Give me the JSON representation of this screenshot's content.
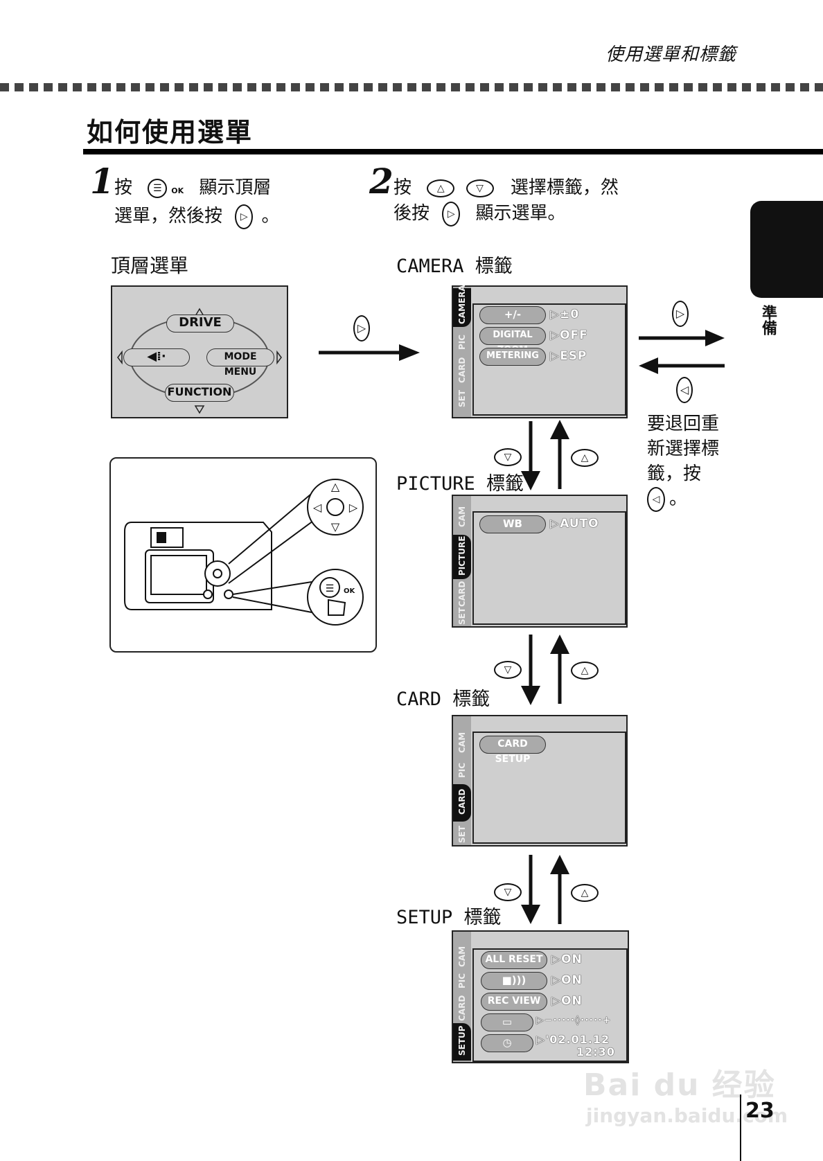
{
  "header": {
    "right_title": "使用選單和標籤",
    "page_title": "如何使用選單"
  },
  "side_tab": {
    "label": "準備"
  },
  "page_number": "23",
  "step1": {
    "number": "1",
    "line1_pre": "按",
    "line1_post": "顯示頂層",
    "line2_pre": "選單，然後按",
    "line2_post": "。"
  },
  "step2": {
    "number": "2",
    "line1_pre": "按",
    "line1_post": "選擇標籤，然",
    "line2_pre": "後按",
    "line2_post": "顯示選單。"
  },
  "top_menu": {
    "heading": "頂層選單",
    "drive": "DRIVE",
    "mode_menu": "MODE MENU",
    "function": "FUNCTION"
  },
  "tabs": {
    "cam": "CAMERA",
    "cam_short": "CAM",
    "pic": "PIC",
    "picture": "PICTURE",
    "card": "CARD",
    "set": "SET",
    "setup": "SETUP"
  },
  "camera_screen": {
    "heading": "CAMERA 標籤",
    "rows": [
      {
        "label": "+/-",
        "value": "±0"
      },
      {
        "label": "DIGITAL ZOOM",
        "value": "OFF"
      },
      {
        "label": "METERING",
        "value": "ESP"
      }
    ]
  },
  "picture_screen": {
    "heading": "PICTURE 標籤",
    "rows": [
      {
        "label": "WB",
        "value": "AUTO"
      }
    ]
  },
  "card_screen": {
    "heading": "CARD 標籤",
    "rows": [
      {
        "label": "CARD SETUP"
      }
    ]
  },
  "setup_screen": {
    "heading": "SETUP 標籤",
    "rows": [
      {
        "label": "ALL RESET",
        "value": "ON"
      },
      {
        "label": "■)))",
        "value": "ON"
      },
      {
        "label": "REC VIEW",
        "value": "ON"
      },
      {
        "label": "",
        "value": "−·····◊·····+"
      },
      {
        "label": "",
        "value": "'02.01.12"
      },
      {
        "label": "",
        "value": "12:30"
      }
    ]
  },
  "back_note": {
    "line1": "要退回重",
    "line2": "新選擇標",
    "line3": "籤，按",
    "line4": "。"
  },
  "camera_buttons": {
    "ok": "OK"
  },
  "watermark": {
    "brand": "Bai du 经验",
    "url": "jingyan.baidu.com"
  }
}
